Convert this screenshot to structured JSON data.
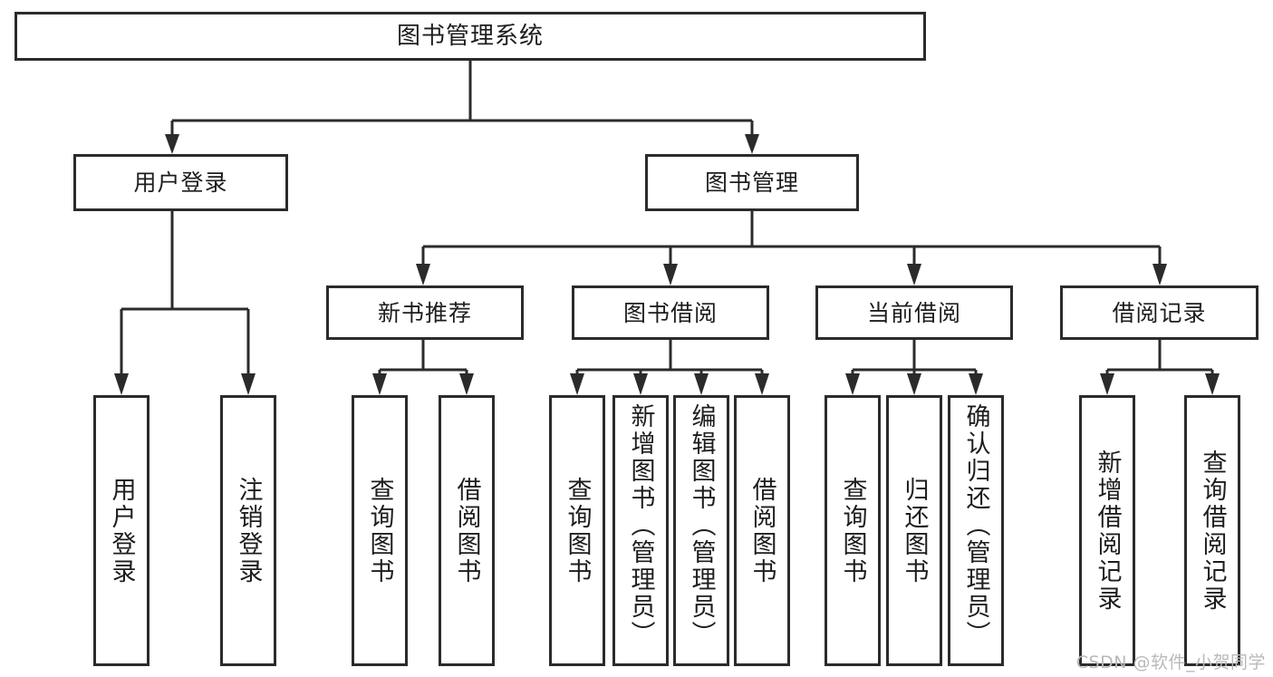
{
  "diagram": {
    "title": "图书管理系统",
    "type": "tree",
    "colors": {
      "stroke": "#2b2b2b",
      "fill": "#ffffff",
      "text": "#1d1d1d",
      "watermark": "#b9b9b9"
    },
    "root": {
      "label": "图书管理系统"
    },
    "branches": [
      {
        "label": "用户登录"
      },
      {
        "label": "图书管理"
      }
    ],
    "categories": [
      {
        "label": "新书推荐"
      },
      {
        "label": "图书借阅"
      },
      {
        "label": "当前借阅"
      },
      {
        "label": "借阅记录"
      }
    ],
    "leaves": {
      "user_login": [
        {
          "label": "用户登录"
        },
        {
          "label": "注销登录"
        }
      ],
      "new_book": [
        {
          "label": "查询图书"
        },
        {
          "label": "借阅图书"
        }
      ],
      "book_borrow": [
        {
          "label": "查询图书"
        },
        {
          "label": "新增图书（管理员）"
        },
        {
          "label": "编辑图书（管理员）"
        },
        {
          "label": "借阅图书"
        }
      ],
      "current_borrow": [
        {
          "label": "查询图书"
        },
        {
          "label": "归还图书"
        },
        {
          "label": "确认归还（管理员）"
        }
      ],
      "borrow_record": [
        {
          "label": "新增借阅记录"
        },
        {
          "label": "查询借阅记录"
        }
      ]
    }
  },
  "watermark": {
    "text": "CSDN @软件_小贺同学"
  }
}
